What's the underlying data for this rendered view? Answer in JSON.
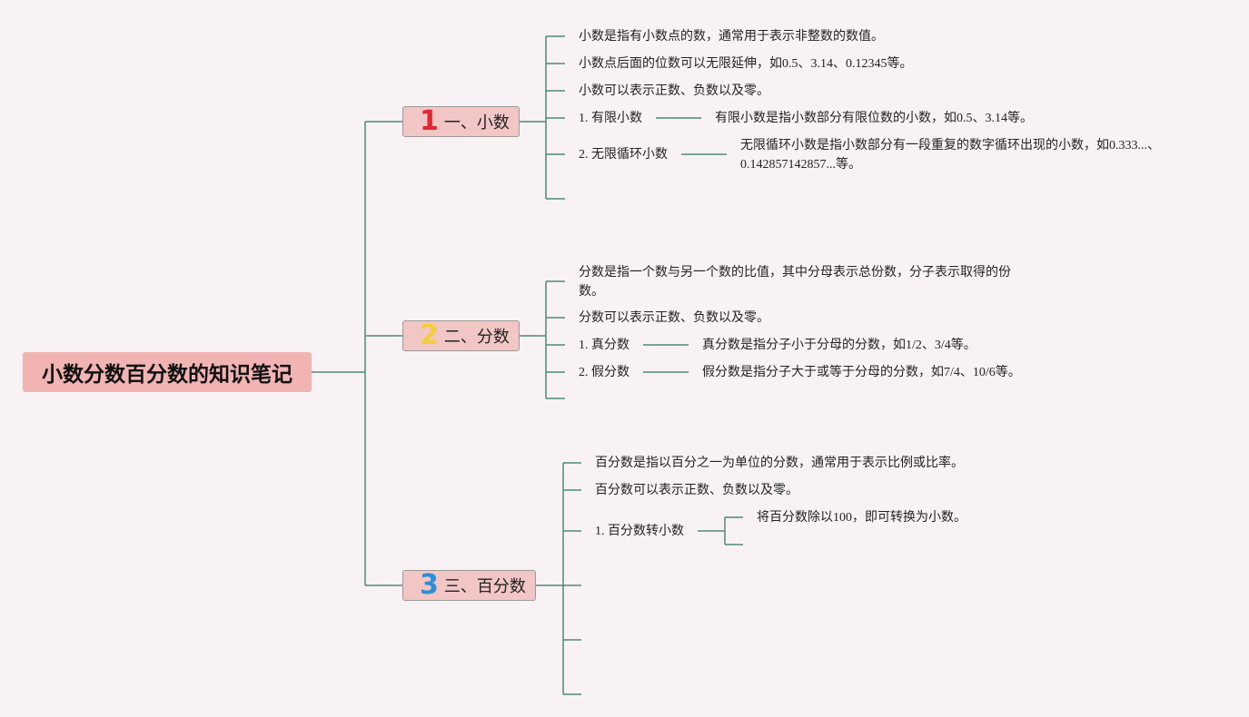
{
  "root": {
    "title": "小数分数百分数的知识笔记"
  },
  "colors": {
    "line": "#4e8a78",
    "root_bg": "#f2b3b3",
    "branch_bg": "#f2c6c4",
    "num1": "#e0262f",
    "num2": "#f2cf3a",
    "num3": "#2a8fd8"
  },
  "branches": [
    {
      "number": "1",
      "label": "一、小数",
      "items": [
        {
          "text": "小数是指有小数点的数，通常用于表示非整数的数值。"
        },
        {
          "text": "小数点后面的位数可以无限延伸，如0.5、3.14、0.12345等。"
        },
        {
          "text": "小数可以表示正数、负数以及零。"
        },
        {
          "text": "1. 有限小数",
          "detail": "有限小数是指小数部分有限位数的小数，如0.5、3.14等。"
        },
        {
          "text": "2. 无限循环小数",
          "detail_line1": "无限循环小数是指小数部分有一段重复的数字循环出现的小数，如0.333...、",
          "detail_line2": "0.142857142857...等。"
        }
      ]
    },
    {
      "number": "2",
      "label": "二、分数",
      "items": [
        {
          "text_line1": "分数是指一个数与另一个数的比值，其中分母表示总份数，分子表示取得的份",
          "text_line2": "数。"
        },
        {
          "text": "分数可以表示正数、负数以及零。"
        },
        {
          "text": "1. 真分数",
          "detail": "真分数是指分子小于分母的分数，如1/2、3/4等。"
        },
        {
          "text": "2. 假分数",
          "detail": "假分数是指分子大于或等于分母的分数，如7/4、10/6等。"
        }
      ]
    },
    {
      "number": "3",
      "label": "三、百分数",
      "items": [
        {
          "text": "百分数是指以百分之一为单位的分数，通常用于表示比例或比率。"
        },
        {
          "text": "百分数可以表示正数、负数以及零。"
        },
        {
          "text": "1. 百分数转小数",
          "detail": "将百分数除以100，即可转换为小数。"
        }
      ]
    }
  ]
}
